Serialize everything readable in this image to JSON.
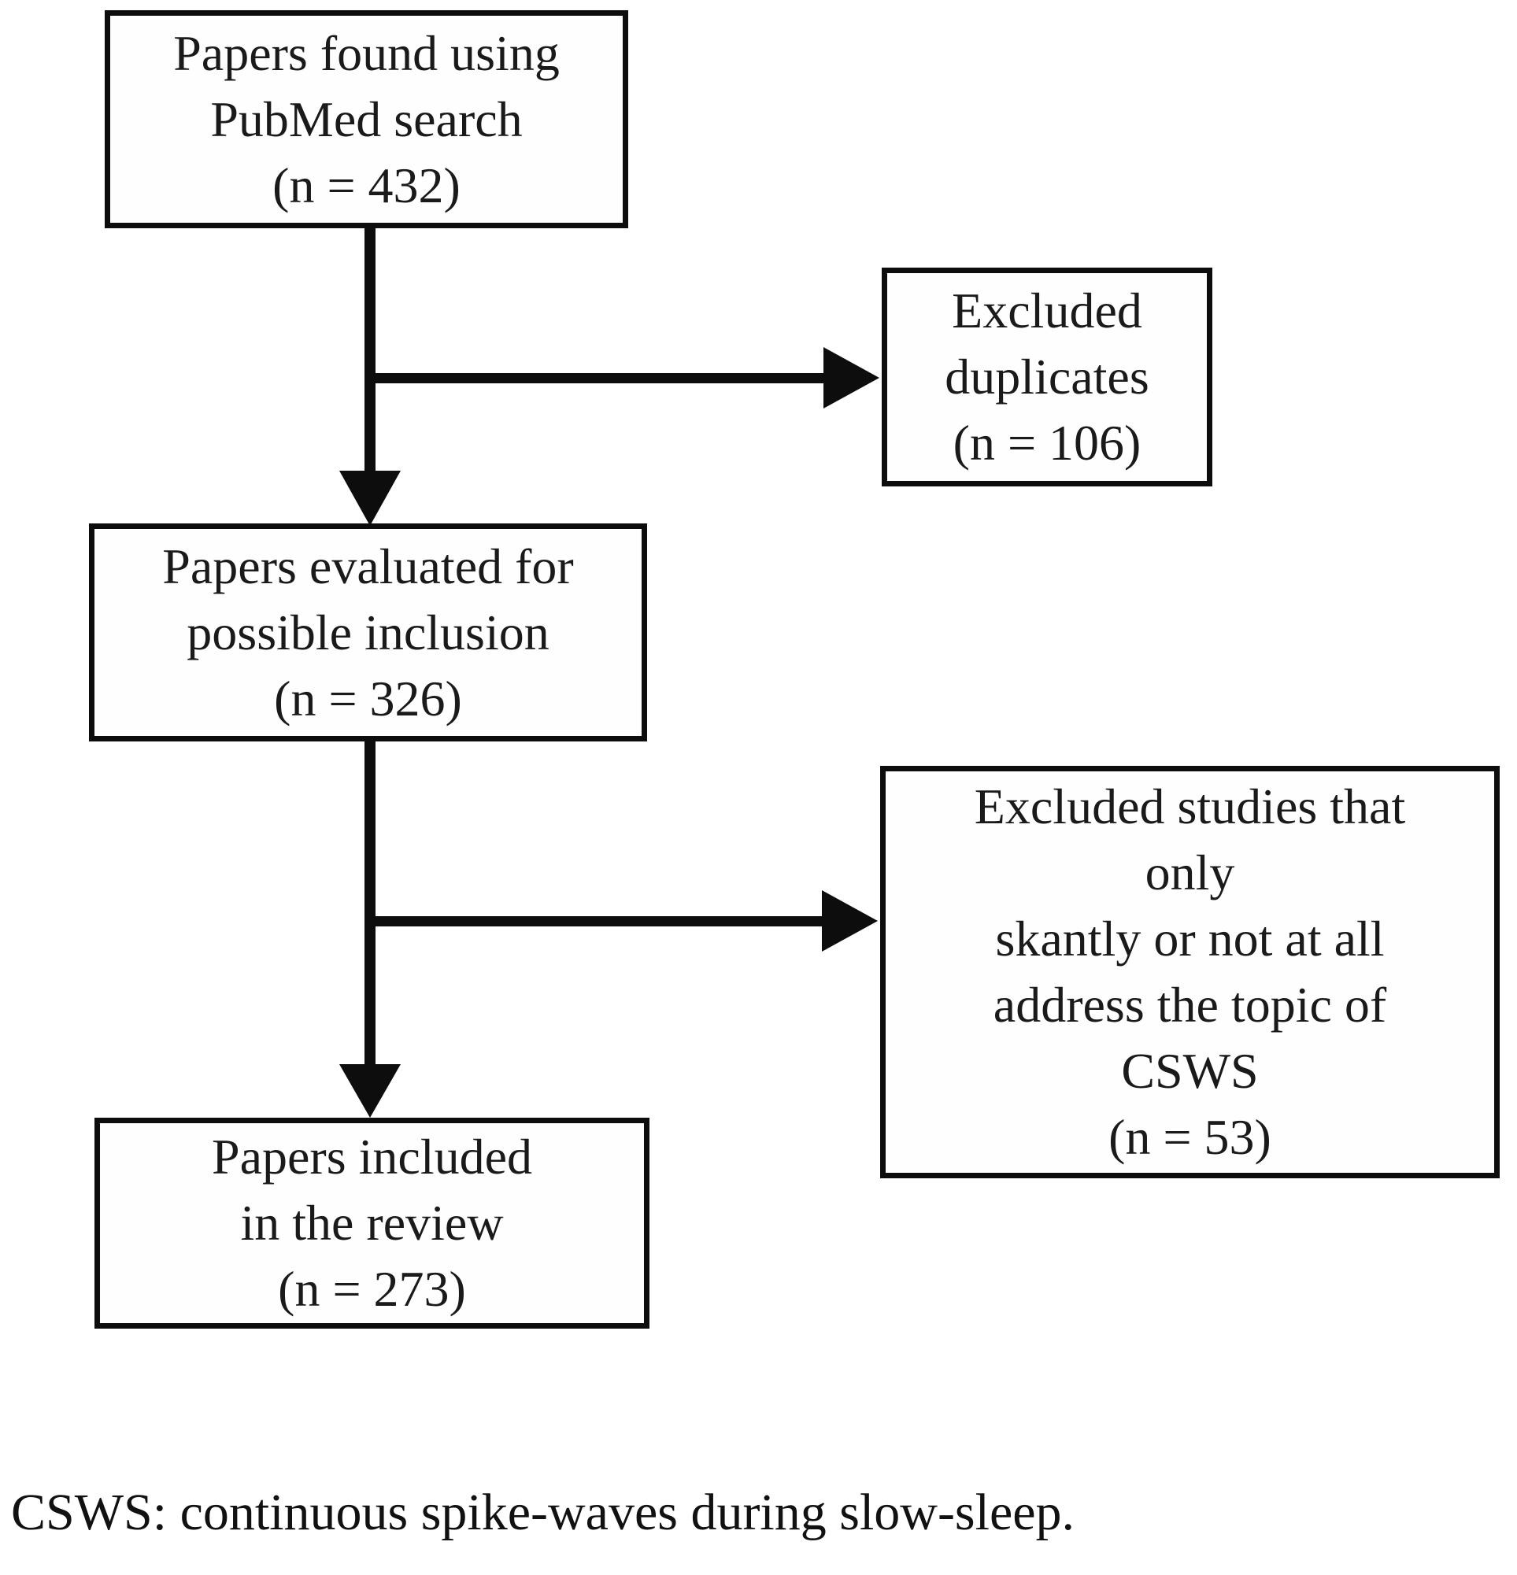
{
  "boxes": {
    "found": {
      "lines": [
        "Papers found using",
        "PubMed search",
        "(n = 432)"
      ]
    },
    "duplicates": {
      "lines": [
        "Excluded",
        "duplicates",
        "(n = 106)"
      ]
    },
    "evaluated": {
      "lines": [
        "Papers evaluated for",
        "possible inclusion",
        "(n = 326)"
      ]
    },
    "excluded_studies": {
      "lines": [
        "Excluded studies that",
        "only",
        "skantly or not at all",
        "address the topic of",
        "CSWS",
        "(n = 53)"
      ]
    },
    "included": {
      "lines": [
        "Papers included",
        "in the review",
        "(n = 273)"
      ]
    }
  },
  "footnote": "CSWS: continuous spike-waves during slow-sleep.",
  "colors": {
    "line": "#0d0d0d",
    "text": "#1a1a1a",
    "background": "#ffffff"
  }
}
